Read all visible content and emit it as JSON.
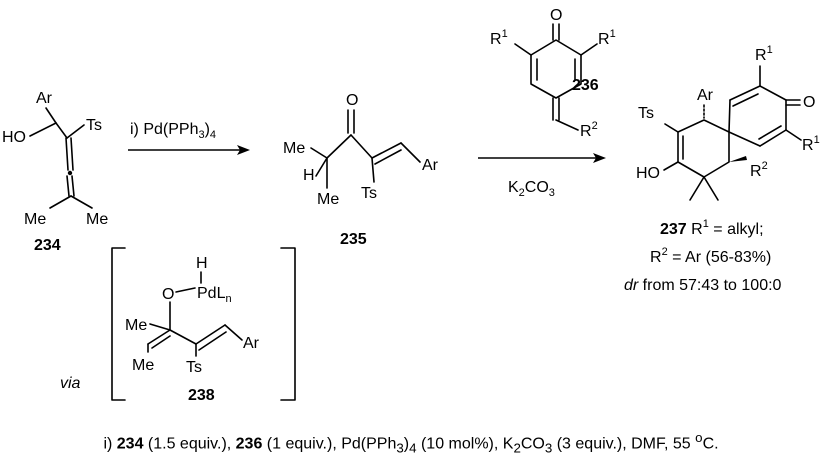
{
  "atoms": {
    "ar": "Ar",
    "ho": "HO",
    "ts": "Ts",
    "me": "Me",
    "o": "O",
    "h": "H",
    "r": "R",
    "one": "1",
    "two": "2",
    "pdl": "PdL",
    "n": "n"
  },
  "compounds": {
    "c234": "234",
    "c235": "235",
    "c236": "236",
    "c237": "237",
    "c238": "238"
  },
  "arrow1": {
    "reagent_prefix": "i) Pd(PPh",
    "reagent_sub": "3",
    "reagent_suffix": ")",
    "reagent_sub2": "4"
  },
  "arrow2": {
    "reagent_prefix": "K",
    "reagent_sub": "2",
    "reagent_mid": "CO",
    "reagent_sub2": "3"
  },
  "via_label": "via",
  "product_info": {
    "line1_r1": " R",
    "line1_sup": "1",
    "line1_rest": " = alkyl;",
    "line2_r2": "R",
    "line2_sup": "2",
    "line2_rest": " = Ar (56-83%)",
    "line3_dr": "dr",
    "line3_rest": " from 57:43 to 100:0"
  },
  "footer": {
    "p1": "i) ",
    "c234": "234",
    "p2": " (1.5 equiv.), ",
    "c236": "236",
    "p3": " (1 equiv.), Pd(PPh",
    "s1": "3",
    "p4": ")",
    "s2": "4",
    "p5": " (10 mol%), K",
    "s3": "2",
    "p6": "CO",
    "s4": "3",
    "p7": " (3 equiv.), DMF, 55 ",
    "sup": "o",
    "p8": "C."
  }
}
